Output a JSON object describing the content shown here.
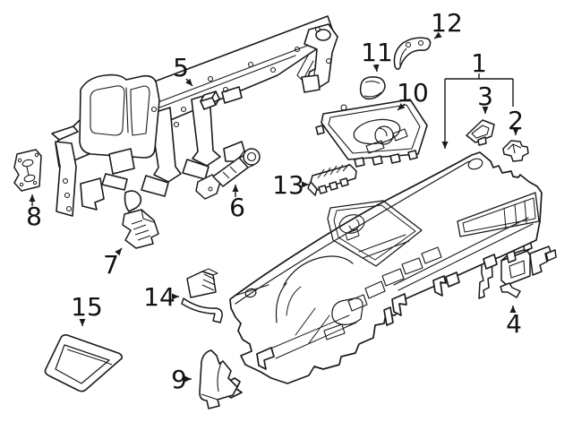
{
  "figure": {
    "type": "exploded-parts-diagram",
    "background_color": "#ffffff",
    "line_color": "#1a1a1a",
    "callout_count": 15
  },
  "callouts": [
    {
      "label": "1"
    },
    {
      "label": "2"
    },
    {
      "label": "3"
    },
    {
      "label": "4"
    },
    {
      "label": "5"
    },
    {
      "label": "6"
    },
    {
      "label": "7"
    },
    {
      "label": "8"
    },
    {
      "label": "9"
    },
    {
      "label": "10"
    },
    {
      "label": "11"
    },
    {
      "label": "12"
    },
    {
      "label": "13"
    },
    {
      "label": "14"
    },
    {
      "label": "15"
    }
  ]
}
